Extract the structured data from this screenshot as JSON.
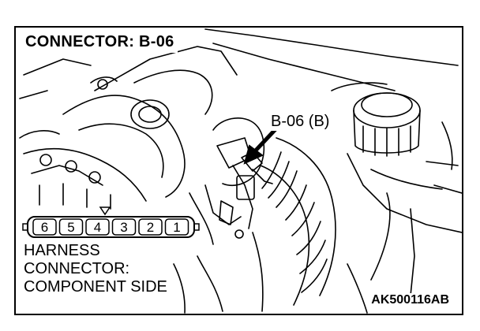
{
  "title": "CONNECTOR: B-06",
  "callout": "B-06 (B)",
  "harness_label": [
    "HARNESS",
    "CONNECTOR:",
    "COMPONENT SIDE"
  ],
  "pins": [
    "6",
    "5",
    "4",
    "3",
    "2",
    "1"
  ],
  "figure_code": "AK500116AB",
  "colors": {
    "line": "#000000",
    "background": "#ffffff"
  }
}
